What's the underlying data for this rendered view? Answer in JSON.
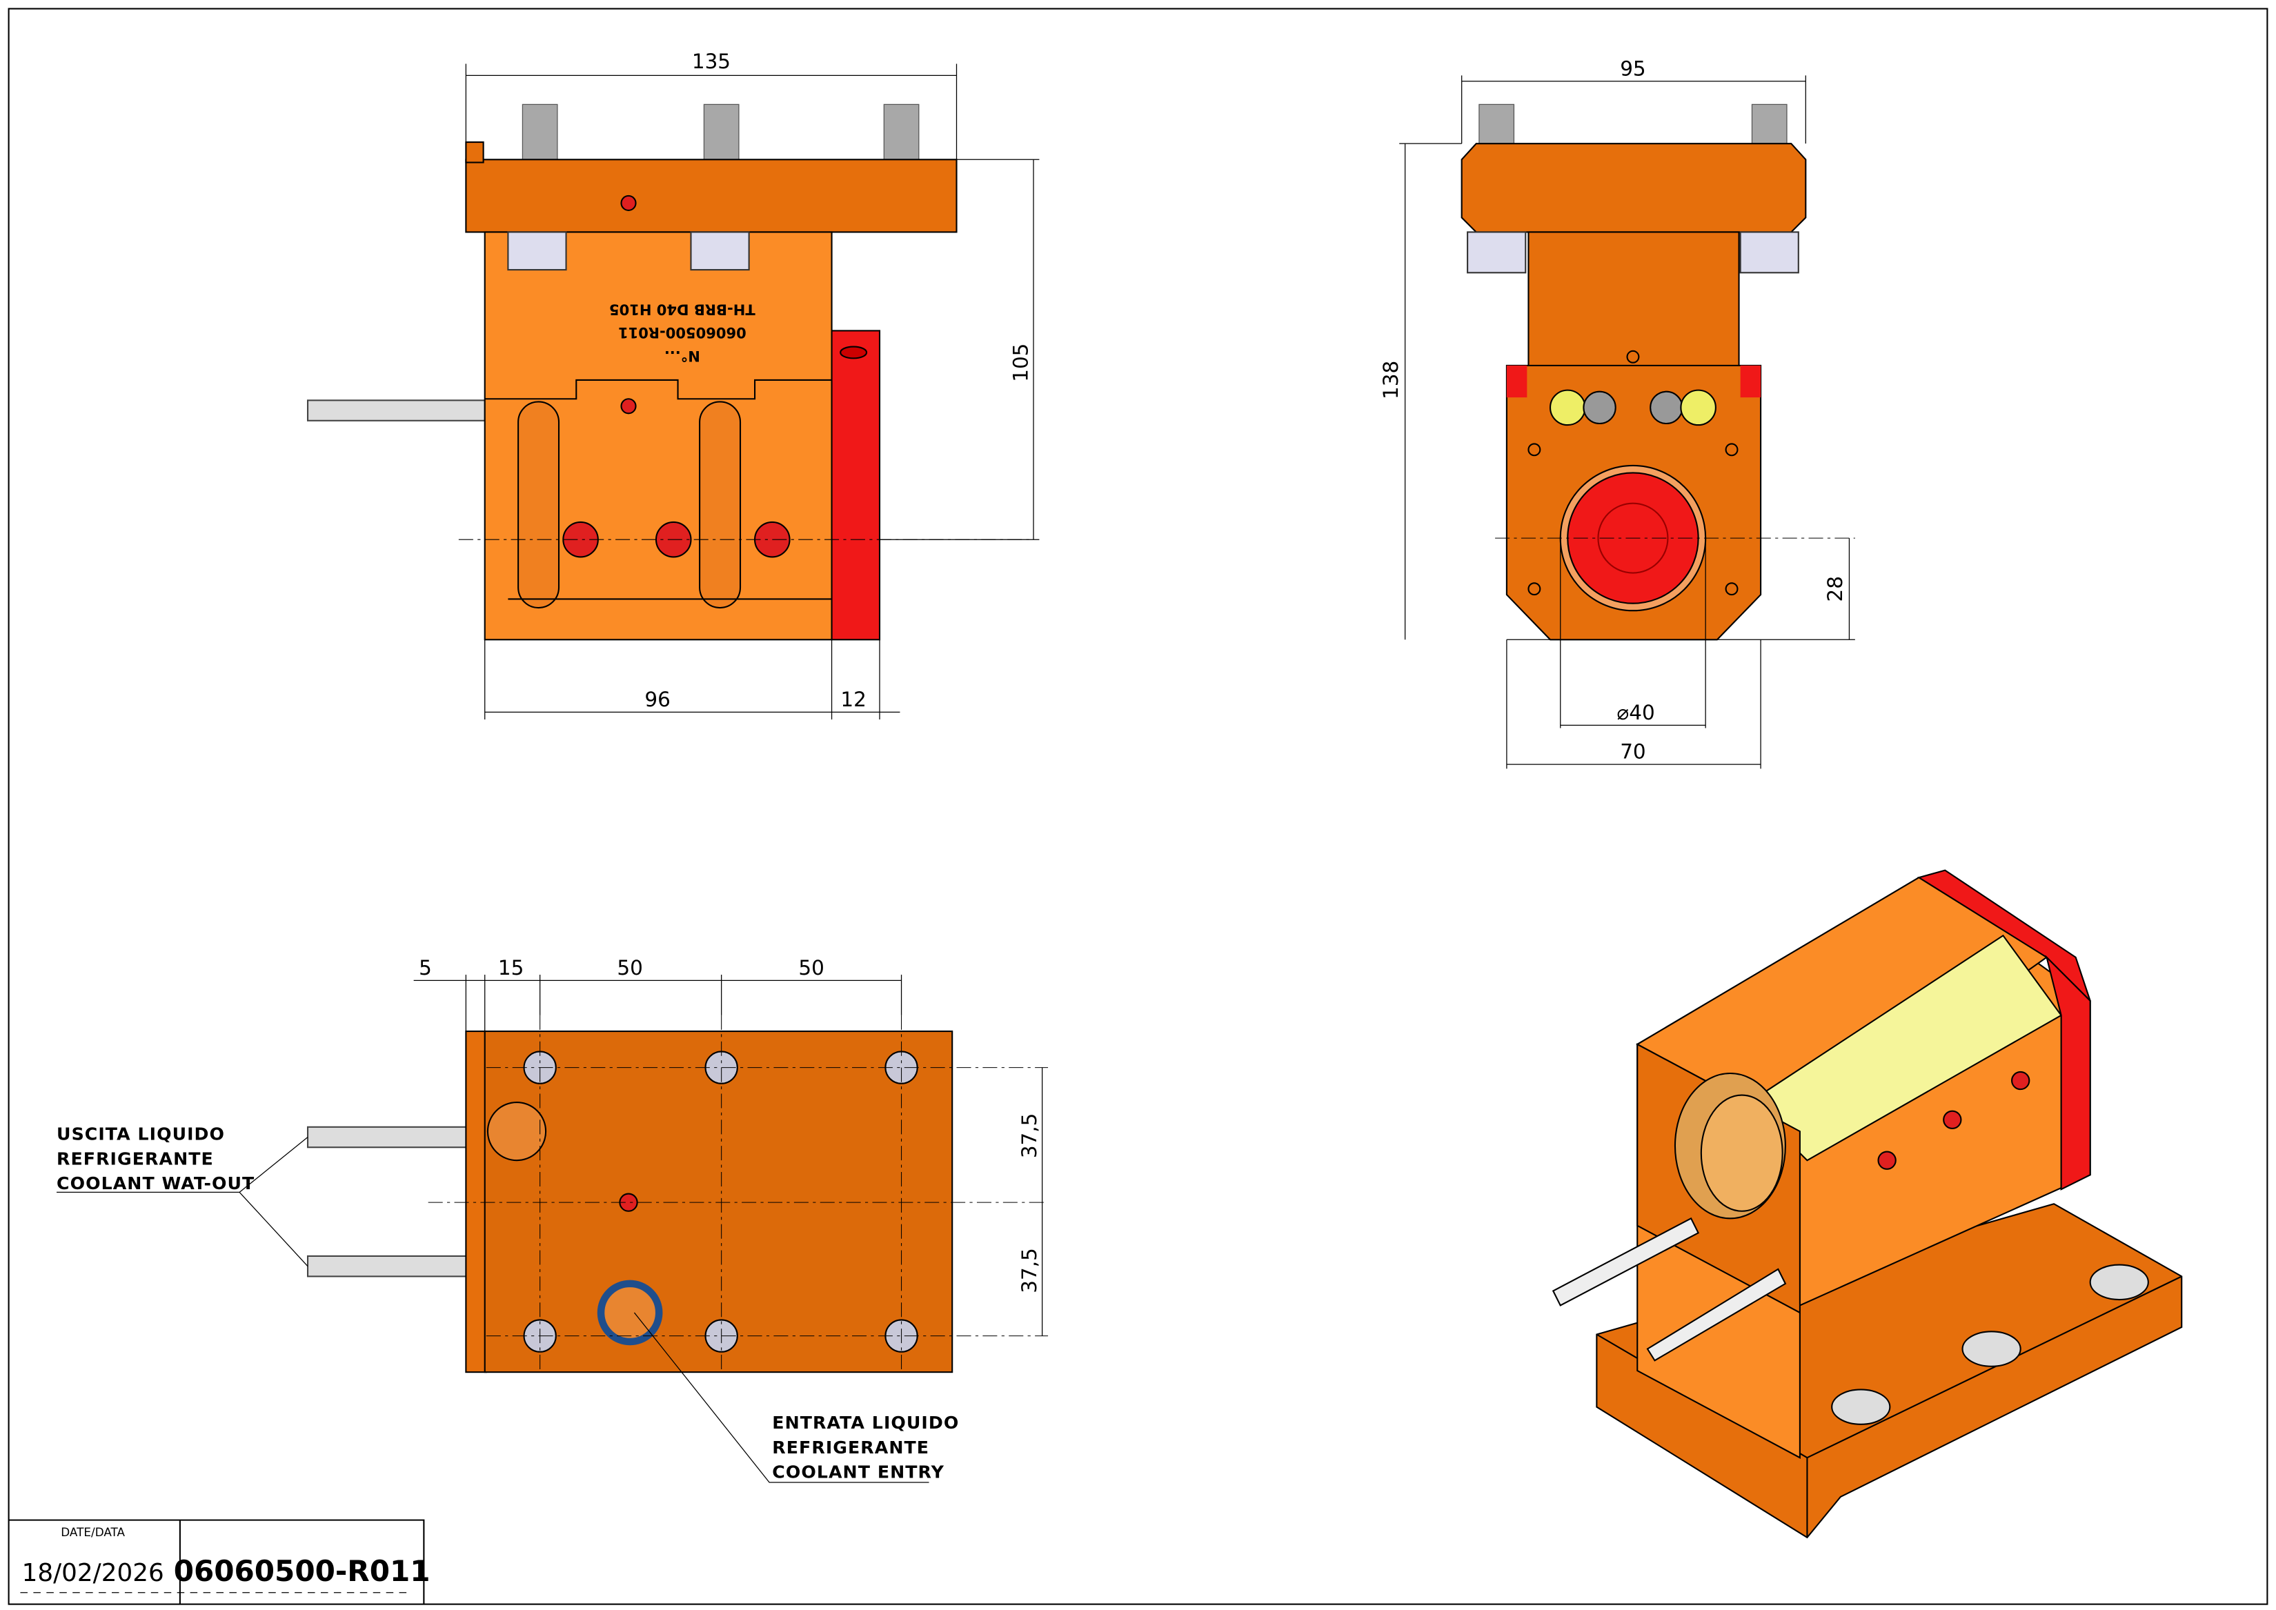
{
  "colors": {
    "orange_light": "#fb8c26",
    "orange_dark": "#e46c0a",
    "red": "#f01818",
    "bolt": "#b0b0b0",
    "blue": "#1f4e8c"
  },
  "front_view": {
    "engraving": [
      "N°...",
      "06060500-R011",
      "TH-BRB D40 H105"
    ],
    "dims": {
      "width_total": "135",
      "height": "105",
      "body": "96",
      "plate": "12"
    }
  },
  "side_view": {
    "dims": {
      "width_top": "95",
      "height_total": "138",
      "center_height": "28",
      "bore": "⌀40",
      "base": "70"
    }
  },
  "bottom_view": {
    "dims": {
      "d1": "5",
      "d2": "15",
      "d3": "50",
      "d4": "50",
      "v1": "37,5",
      "v2": "37,5"
    },
    "note_out": [
      "USCITA LIQUIDO",
      "REFRIGERANTE",
      "COOLANT WAT-OUT"
    ],
    "note_in": [
      "ENTRATA LIQUIDO",
      "REFRIGERANTE",
      "COOLANT ENTRY"
    ]
  },
  "title_block": {
    "date_label": "DATE/DATA",
    "date": "18/02/2026",
    "part_number": "06060500-R011"
  }
}
